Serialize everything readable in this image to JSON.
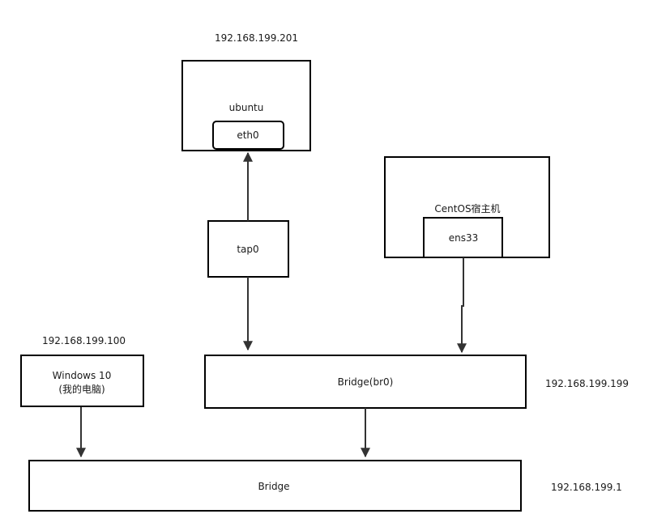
{
  "ip_labels": {
    "ubuntu": "192.168.199.201",
    "windows": "192.168.199.100",
    "br0": "192.168.199.199",
    "bridge": "192.168.199.1"
  },
  "nodes": {
    "ubuntu": "ubuntu",
    "eth0": "eth0",
    "tap0": "tap0",
    "centos": "CentOS宿主机",
    "ens33": "ens33",
    "windows_line1": "Windows 10",
    "windows_line2": "(我的电脑)",
    "br0": "Bridge(br0)",
    "bridge": "Bridge"
  },
  "colors": {
    "stroke": "#000000",
    "edge": "#333333",
    "text": "#1a1a1a"
  }
}
